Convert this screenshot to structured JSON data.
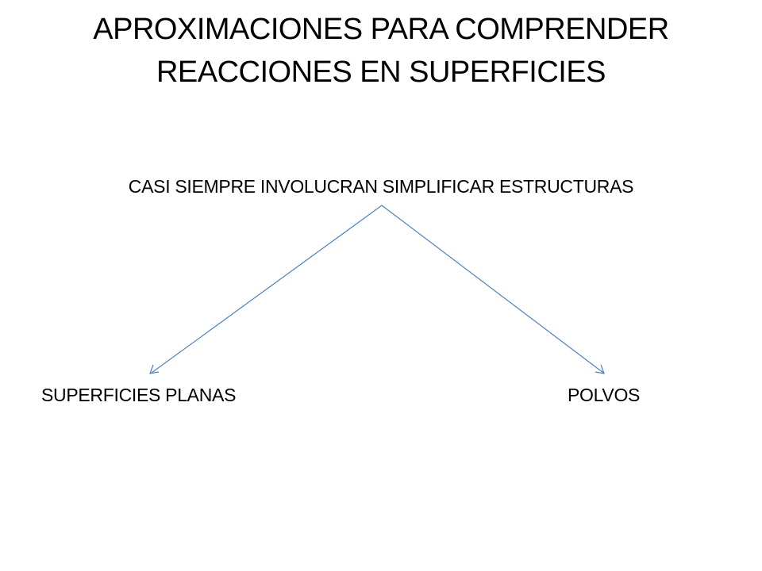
{
  "title": {
    "line1": "APROXIMACIONES PARA COMPRENDER",
    "line2": "REACCIONES EN SUPERFICIES"
  },
  "diagram": {
    "root": "CASI SIEMPRE INVOLUCRAN SIMPLIFICAR ESTRUCTURAS",
    "left_child": "SUPERFICIES PLANAS",
    "right_child": "POLVOS",
    "arrow_color": "#4f81bd"
  }
}
